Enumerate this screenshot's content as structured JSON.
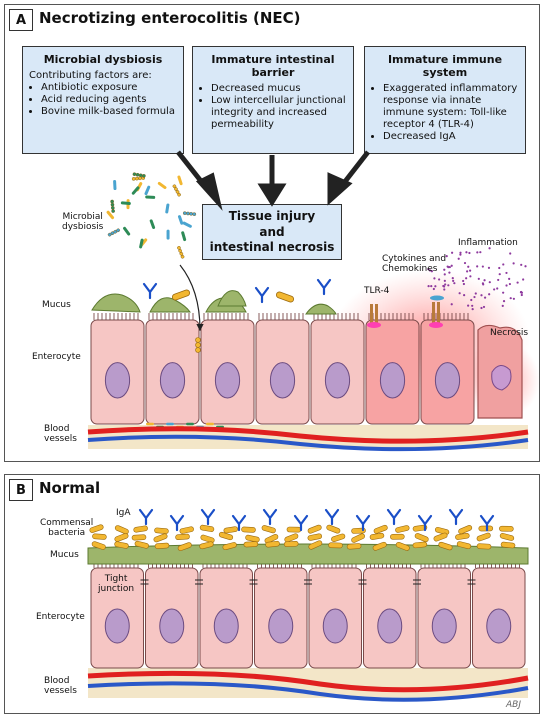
{
  "panelA": {
    "letter": "A",
    "title": "Necrotizing enterocolitis (NEC)",
    "box1": {
      "title": "Microbial dysbiosis",
      "intro": "Contributing factors are:",
      "items": [
        "Antibiotic exposure",
        "Acid reducing agents",
        "Bovine milk-based formula"
      ]
    },
    "box2": {
      "title": "Immature intestinal barrier",
      "items": [
        "Decreased mucus",
        "Low intercellular junctional integrity and increased permeability"
      ]
    },
    "box3": {
      "title": "Immature immune system",
      "items": [
        "Exaggerated inflammatory response via innate immune system: Toll-like receptor 4 (TLR-4)",
        "Decreased IgA"
      ]
    },
    "center_box": {
      "line1": "Tissue injury",
      "line2": "and",
      "line3": "intestinal necrosis"
    },
    "labels": {
      "microbial_dysbiosis_l1": "Microbial",
      "microbial_dysbiosis_l2": "dysbiosis",
      "mucus": "Mucus",
      "enterocyte": "Enterocyte",
      "blood_l1": "Blood",
      "blood_l2": "vessels",
      "tlr4": "TLR-4",
      "cytokines_l1": "Cytokines and",
      "cytokines_l2": "Chemokines",
      "inflammation": "Inflammation",
      "necrosis": "Necrosis"
    }
  },
  "panelB": {
    "letter": "B",
    "title": "Normal",
    "labels": {
      "iga": "IgA",
      "commensal_l1": "Commensal",
      "commensal_l2": "bacteria",
      "mucus": "Mucus",
      "tight_l1": "Tight",
      "tight_l2": "junction",
      "enterocyte": "Enterocyte",
      "blood_l1": "Blood",
      "blood_l2": "vessels",
      "signature": "ABJ"
    }
  },
  "colors": {
    "box_fill": "#d9e8f7",
    "cell_fill": "#f6c6c4",
    "cell_stroke": "#7a4a4a",
    "nucleus": "#b99bcb",
    "mucus": "#9db56b",
    "bacteria": "#f2b731",
    "iga": "#1a4fc8",
    "artery": "#e02020",
    "vein": "#2a58c8",
    "inflammation": "#ff8a8a",
    "tlr4": "#b87a3a",
    "dots": "#8e3a9e"
  }
}
